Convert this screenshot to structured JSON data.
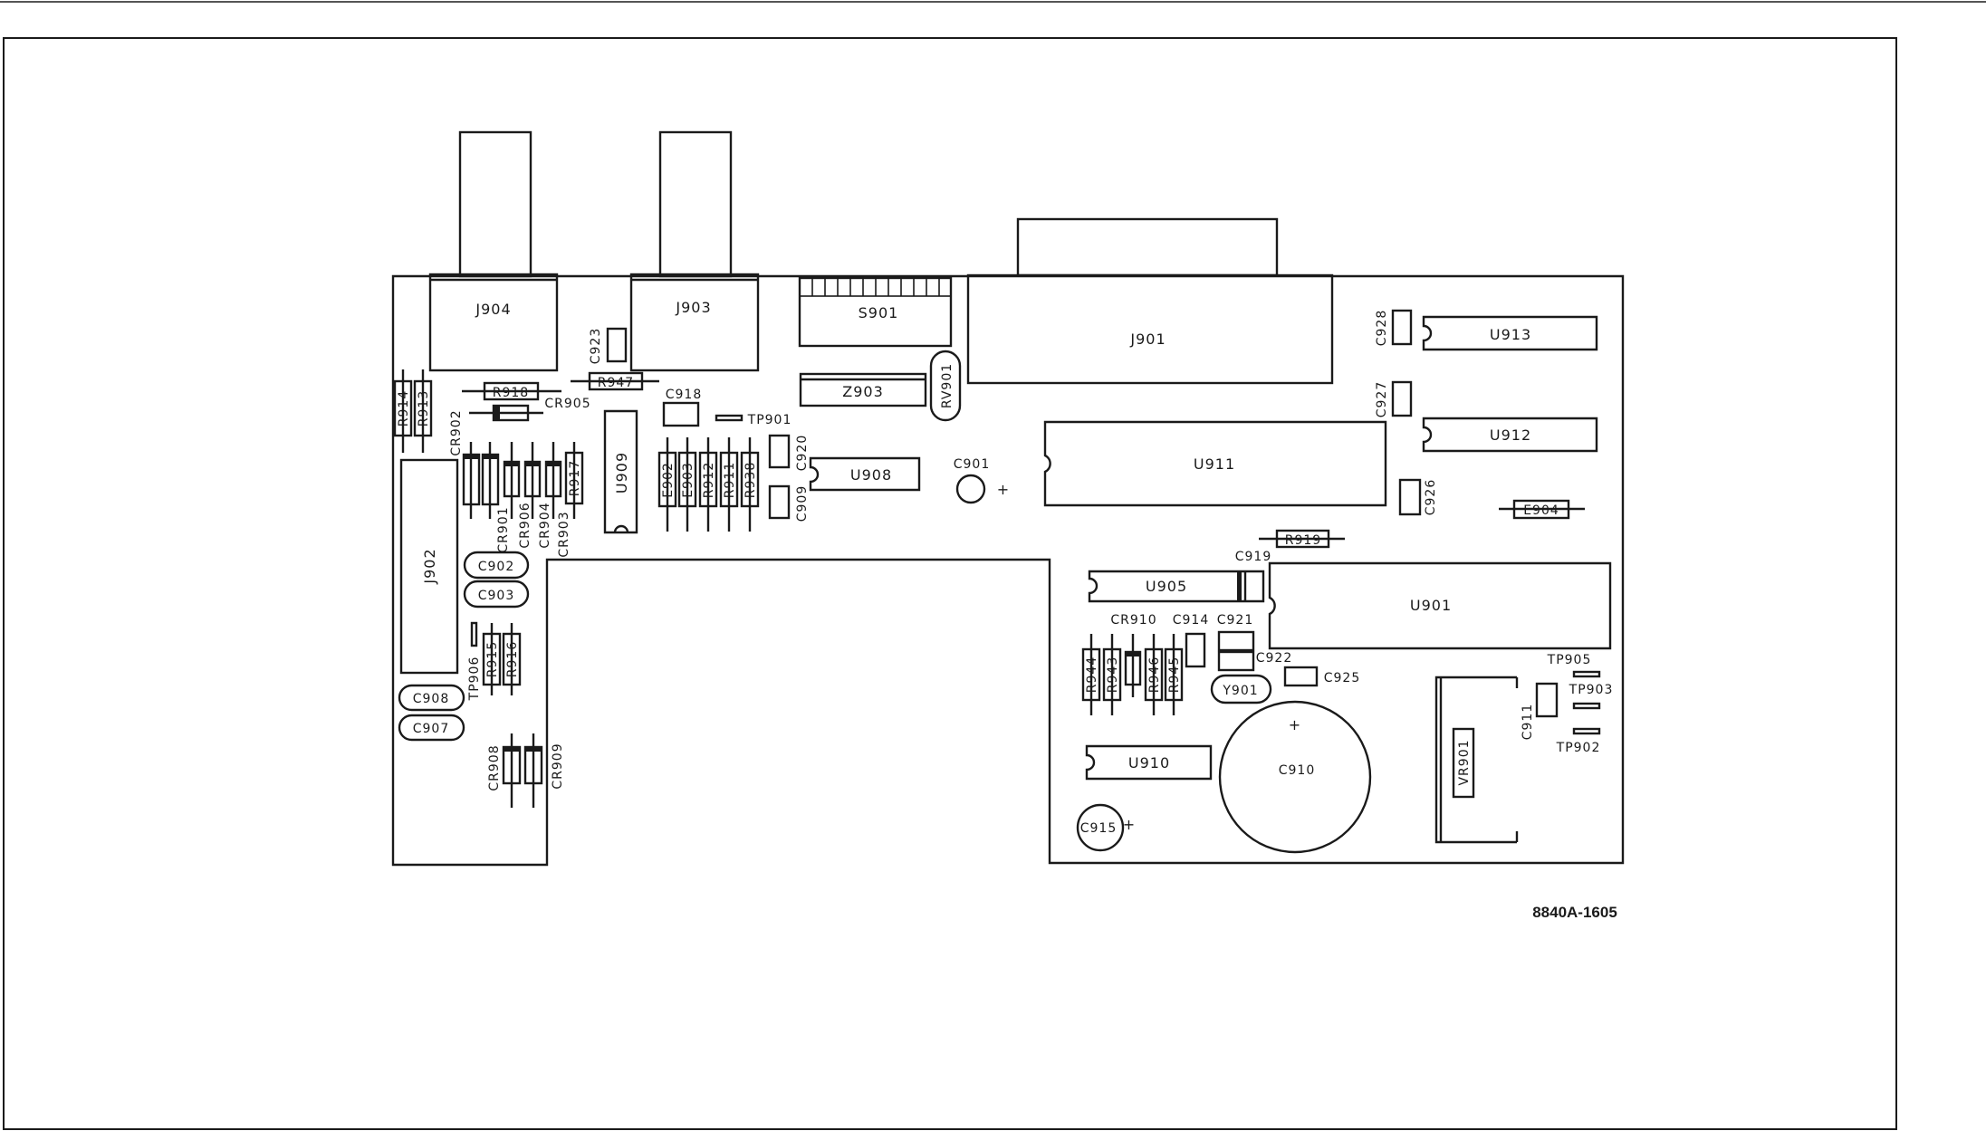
{
  "figure_number": "8840A-1605",
  "connectors": {
    "j904": "J904",
    "j903": "J903",
    "j901": "J901",
    "j902": "J902"
  },
  "switch": {
    "s901": "S901"
  },
  "ics": {
    "u913": "U913",
    "u912": "U912",
    "u911": "U911",
    "u909": "U909",
    "u908": "U908",
    "u905": "U905",
    "u901": "U901",
    "u910": "U910",
    "z903": "Z903"
  },
  "resistors": {
    "r914": "R914",
    "r913": "R913",
    "r918": "R918",
    "r947": "R947",
    "r917": "R917",
    "r912": "R912",
    "r911": "R911",
    "r938": "R938",
    "r919": "R919",
    "r915": "R915",
    "r916": "R916",
    "r944": "R944",
    "r943": "R943",
    "r946": "R946",
    "r945": "R945",
    "rv901": "RV901"
  },
  "capacitors": {
    "c923": "C923",
    "c918": "C918",
    "c920": "C920",
    "c909": "C909",
    "c901": "C901",
    "c928": "C928",
    "c927": "C927",
    "c926": "C926",
    "c919": "C919",
    "c902": "C902",
    "c903": "C903",
    "c908": "C908",
    "c907": "C907",
    "c914": "C914",
    "c921": "C921",
    "c922": "C922",
    "c925": "C925",
    "c911": "C911",
    "c910": "C910",
    "c915": "C915"
  },
  "diodes": {
    "cr902": "CR902",
    "cr905": "CR905",
    "cr901": "CR901",
    "cr906": "CR906",
    "cr904": "CR904",
    "cr903": "CR903",
    "cr910": "CR910",
    "cr908": "CR908",
    "cr909": "CR909",
    "vr901": "VR901"
  },
  "jumpers": {
    "e902": "E902",
    "e903": "E903",
    "e904": "E904"
  },
  "test_points": {
    "tp901": "TP901",
    "tp905": "TP905",
    "tp903": "TP903",
    "tp902": "TP902",
    "tp906": "TP906"
  },
  "crystal": {
    "y901": "Y901"
  },
  "polarity_mark": "+"
}
